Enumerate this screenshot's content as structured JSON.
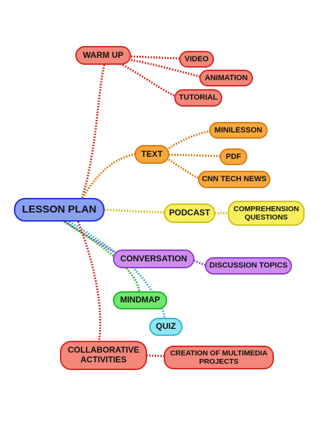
{
  "root": {
    "label": "LESSON PLAN",
    "color": "#8aa0f0"
  },
  "branches": {
    "warm_up": {
      "label": "WARM UP",
      "children": {
        "video": "VIDEO",
        "animation": "ANIMATION",
        "tutorial": "TUTORIAL"
      }
    },
    "text": {
      "label": "TEXT",
      "children": {
        "minilesson": "MINILESSON",
        "pdf": "PDF",
        "cnn": "CNN TECH NEWS"
      }
    },
    "podcast": {
      "label": "PODCAST",
      "children": {
        "comprehension": "COMPREHENSION QUESTIONS"
      }
    },
    "conversation": {
      "label": "CONVERSATION",
      "children": {
        "discussion": "DISCUSSION TOPICS"
      }
    },
    "mindmap": {
      "label": "MINDMAP",
      "children": {
        "quiz": "QUIZ"
      }
    },
    "collaborative": {
      "label": "COLLABORATIVE ACTIVITIES",
      "children": {
        "creation": "CREATION OF MULTIMEDIA PROJECTS"
      }
    }
  },
  "colors": {
    "red": "#d42a24",
    "orange": "#dc7a10",
    "yellow": "#cfc21c",
    "purple": "#8f3fcb",
    "green": "#25b628",
    "cyan": "#35b6cf"
  }
}
